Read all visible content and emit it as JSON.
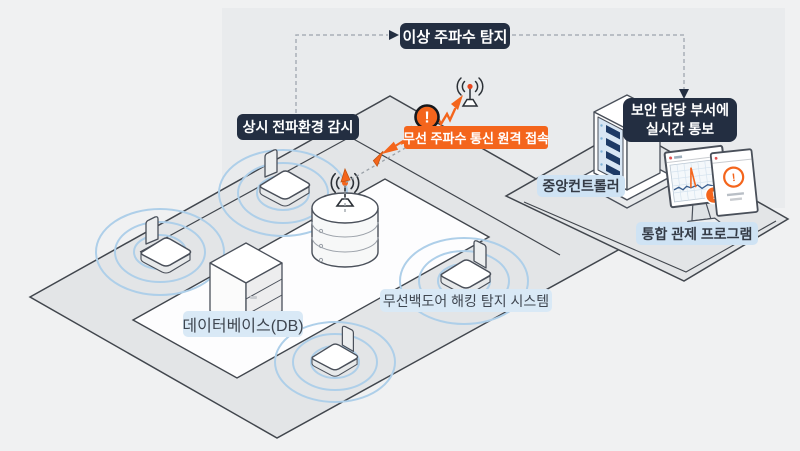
{
  "diagram": {
    "labels": {
      "anomaly_detect": "이상 주파수 탐지",
      "env_monitoring": "상시 전파환경 감시",
      "remote_access": "무선 주파수 통신 원격 접속",
      "notify_line1": "보안 담당 부서에",
      "notify_line2": "실시간 통보",
      "central_controller": "중앙컨트롤러",
      "control_program": "통합 관제 프로그램",
      "database": "데이터베이스(DB)",
      "detection_system": "무선백도어 해킹 탐지 시스템",
      "warning_mark": "!"
    },
    "colors": {
      "navy_label": "#232e41",
      "orange_accent": "#f4651c",
      "light_blue_label": "#cfe3f4",
      "wave_blue": "#aecfe9",
      "platform_gray": "#e3e5e7",
      "panel_gray": "#e9ebed",
      "background": "#f0f1f2"
    }
  }
}
